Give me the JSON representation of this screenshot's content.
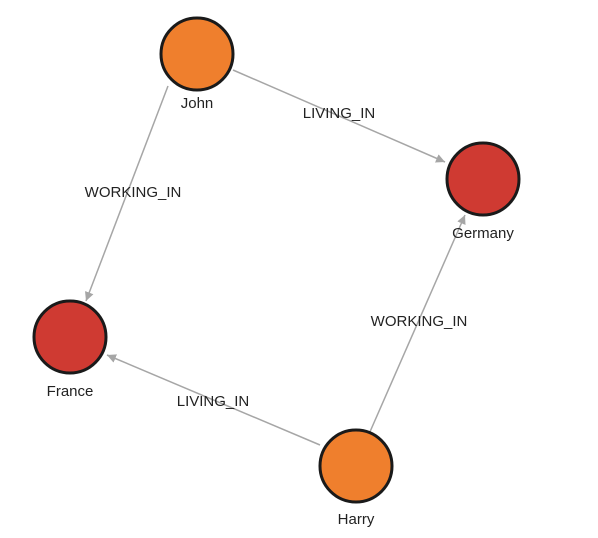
{
  "colors": {
    "person": "#ef7f2d",
    "country": "#cf3a32",
    "edge": "#a6a6a6",
    "stroke": "#1a1a1a"
  },
  "nodes": [
    {
      "id": "john",
      "label": "John",
      "kind": "person"
    },
    {
      "id": "germany",
      "label": "Germany",
      "kind": "country"
    },
    {
      "id": "france",
      "label": "France",
      "kind": "country"
    },
    {
      "id": "harry",
      "label": "Harry",
      "kind": "person"
    }
  ],
  "edges": [
    {
      "id": "john-germany",
      "source": "john",
      "target": "germany",
      "label": "LIVING_IN"
    },
    {
      "id": "john-france",
      "source": "john",
      "target": "france",
      "label": "WORKING_IN"
    },
    {
      "id": "harry-germany",
      "source": "harry",
      "target": "germany",
      "label": "WORKING_IN"
    },
    {
      "id": "harry-france",
      "source": "harry",
      "target": "france",
      "label": "LIVING_IN"
    }
  ]
}
